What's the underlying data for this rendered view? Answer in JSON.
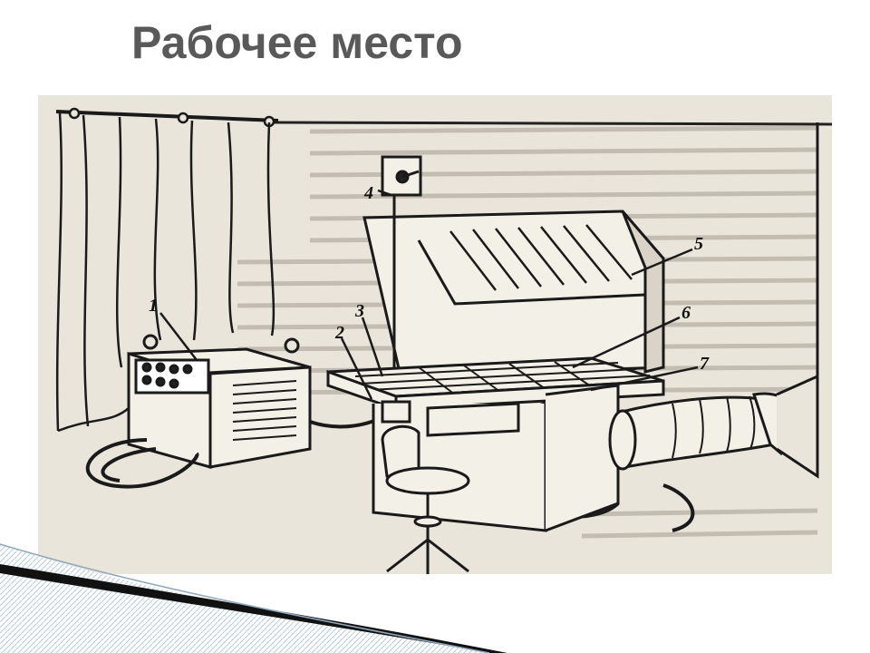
{
  "slide": {
    "title_line1": "Рабочее место",
    "title_line2": "сварщика"
  },
  "figure": {
    "callouts": [
      "1",
      "2",
      "3",
      "4",
      "5",
      "6",
      "7"
    ]
  }
}
